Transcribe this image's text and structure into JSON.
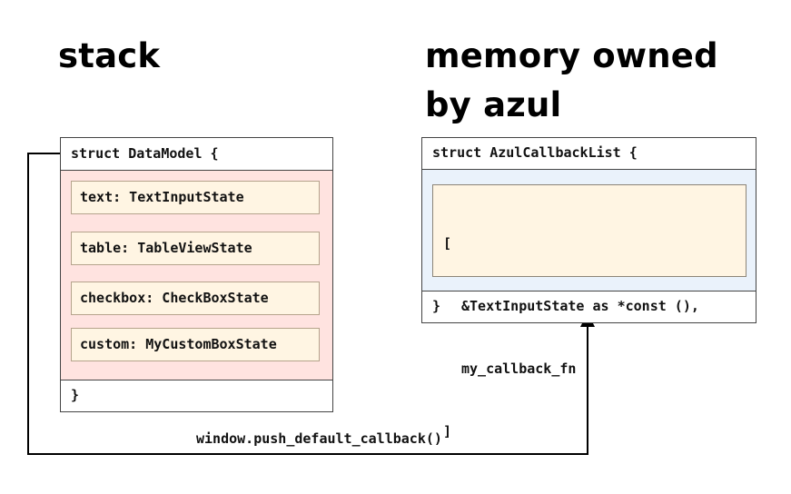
{
  "left_heading": "stack",
  "right_heading": [
    "memory owned",
    "by azul"
  ],
  "data_model": {
    "header": "struct DataModel {",
    "fields": [
      "text: TextInputState",
      "table: TableViewState",
      "checkbox: CheckBoxState",
      "custom: MyCustomBoxState"
    ],
    "footer": "}"
  },
  "callback_list": {
    "header": "struct AzulCallbackList {",
    "lines": [
      "[",
      "&TextInputState as *const (),",
      "my_callback_fn",
      "]"
    ],
    "footer": "}"
  },
  "arrow_label": "window.push_default_callback()",
  "colors": {
    "data_model_fill": "#ffe3e0",
    "callback_list_fill": "#eaf2fb",
    "field_fill": "#fff5e3",
    "line": "#000000"
  }
}
